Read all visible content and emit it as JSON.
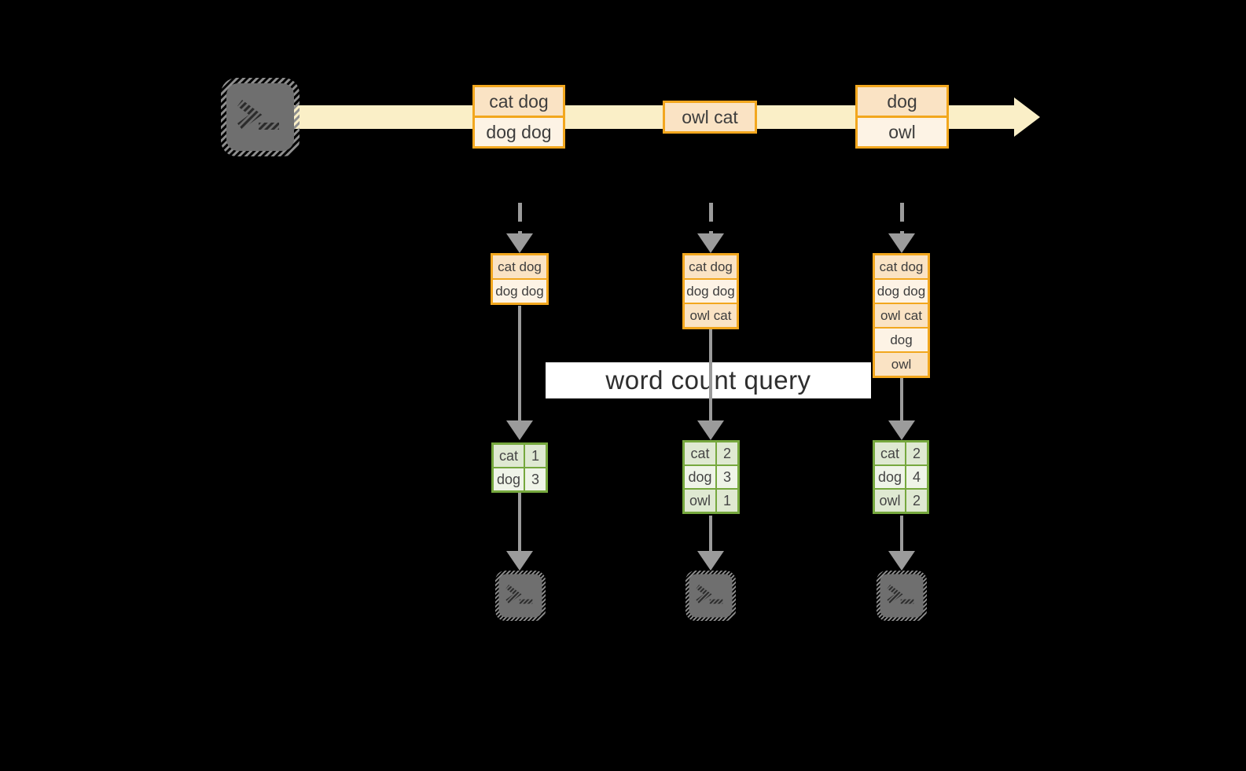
{
  "query_label": "word count query",
  "icons": {
    "source": "terminal-icon",
    "sinks": [
      "terminal-icon",
      "terminal-icon",
      "terminal-icon"
    ]
  },
  "colors": {
    "background": "#000000",
    "stream_band": "#FAEFC7",
    "record_border": "#F2A71E",
    "record_fill_dark": "#FAE3C4",
    "record_fill_light": "#FDF3E5",
    "table_border": "#76A83E",
    "table_fill_dark": "#DFE9D2",
    "table_fill_light": "#EFF4E8",
    "arrow_gray": "#9B9B9B",
    "label_background": "#FFFFFF"
  },
  "stream_batches": [
    {
      "rows": [
        "cat dog",
        "dog dog"
      ]
    },
    {
      "rows": [
        "owl cat"
      ]
    },
    {
      "rows": [
        "dog",
        "owl"
      ]
    }
  ],
  "micro_batches": [
    {
      "rows": [
        "cat dog",
        "dog dog"
      ]
    },
    {
      "rows": [
        "cat dog",
        "dog dog",
        "owl cat"
      ]
    },
    {
      "rows": [
        "cat dog",
        "dog dog",
        "owl cat",
        "dog",
        "owl"
      ]
    }
  ],
  "count_tables": [
    {
      "rows": [
        {
          "word": "cat",
          "count": "1"
        },
        {
          "word": "dog",
          "count": "3"
        }
      ]
    },
    {
      "rows": [
        {
          "word": "cat",
          "count": "2"
        },
        {
          "word": "dog",
          "count": "3"
        },
        {
          "word": "owl",
          "count": "1"
        }
      ]
    },
    {
      "rows": [
        {
          "word": "cat",
          "count": "2"
        },
        {
          "word": "dog",
          "count": "4"
        },
        {
          "word": "owl",
          "count": "2"
        }
      ]
    }
  ]
}
